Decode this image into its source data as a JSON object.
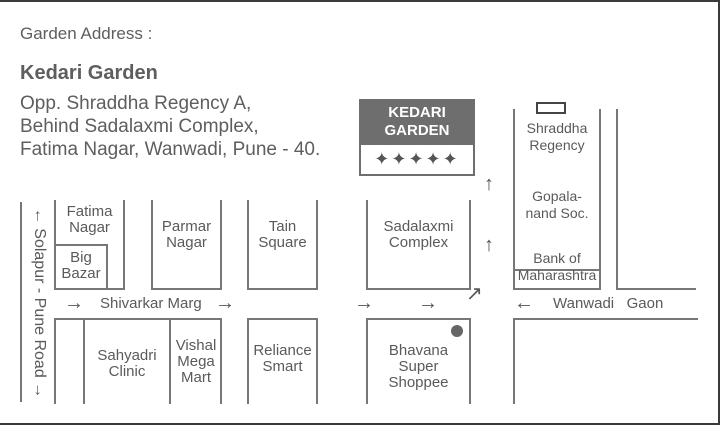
{
  "header": {
    "label": "Garden Address :",
    "name": "Kedari Garden",
    "address_lines": [
      "Opp. Shraddha Regency A,",
      "Behind Sadalaxmi Complex,",
      "Fatima Nagar, Wanwadi, Pune - 40."
    ]
  },
  "destination_sign": {
    "line1": "KEDARI",
    "line2": "GARDEN",
    "stars": "✦✦✦✦✦",
    "bg_color": "#6e6e6e"
  },
  "roads": {
    "solapur": "← Solapur - Pune Road →",
    "shivarkar": "Shivarkar Marg",
    "wanwadi": "Wanwadi   Gaon"
  },
  "landmarks": {
    "fatima_nagar": [
      "Fatima",
      "Nagar"
    ],
    "big_bazar": [
      "Big",
      "Bazar"
    ],
    "parmar_nagar": [
      "Parmar",
      "Nagar"
    ],
    "tain_square": [
      "Tain",
      "Square"
    ],
    "sadalaxmi": [
      "Sadalaxmi",
      "Complex"
    ],
    "shraddha": [
      "Shraddha",
      "Regency"
    ],
    "gopalanand": [
      "Gopala-",
      "nand Soc."
    ],
    "bank": [
      "Bank of",
      "Maharashtra"
    ],
    "sahyadri": [
      "Sahyadri",
      "Clinic"
    ],
    "vishal": [
      "Vishal",
      "Mega",
      "Mart"
    ],
    "reliance": [
      "Reliance",
      "Smart"
    ],
    "bhavana": [
      "Bhavana",
      "Super",
      "Shoppee"
    ]
  },
  "icons": {
    "arrow_right": "→",
    "arrow_left": "←",
    "arrow_up": "↑",
    "arrow_up_right": "↗"
  }
}
